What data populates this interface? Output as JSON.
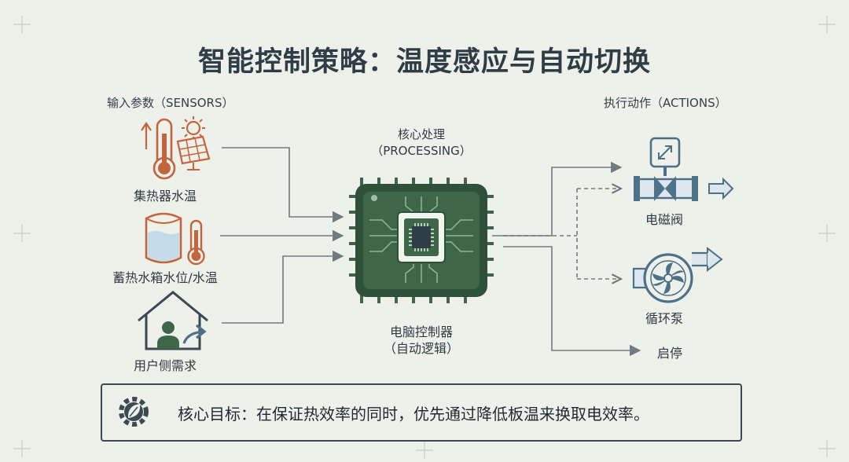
{
  "title": "智能控制策略：温度感应与自动切换",
  "inputs": {
    "heading": "输入参数（SENSORS）",
    "items": [
      {
        "label": "集热器水温"
      },
      {
        "label": "蓄热水箱水位/水温"
      },
      {
        "label": "用户侧需求"
      }
    ]
  },
  "processing": {
    "heading_line1": "核心处理",
    "heading_line2": "（PROCESSING）",
    "caption_line1": "电脑控制器",
    "caption_line2": "（自动逻辑）"
  },
  "outputs": {
    "heading": "执行动作（ACTIONS）",
    "items": [
      {
        "label": "电磁阀"
      },
      {
        "label": "循环泵"
      },
      {
        "label": "启停"
      }
    ]
  },
  "goal": {
    "icon": "gear-leaf-icon",
    "text": "核心目标：在保证热效率的同时，优先通过降低板温来换取电效率。"
  },
  "colors": {
    "background": "#eef0ea",
    "sensor_orange": "#c2643c",
    "chip_green": "#3e6649",
    "actuator_blue": "#4d7189",
    "line_gray": "#707a80"
  }
}
